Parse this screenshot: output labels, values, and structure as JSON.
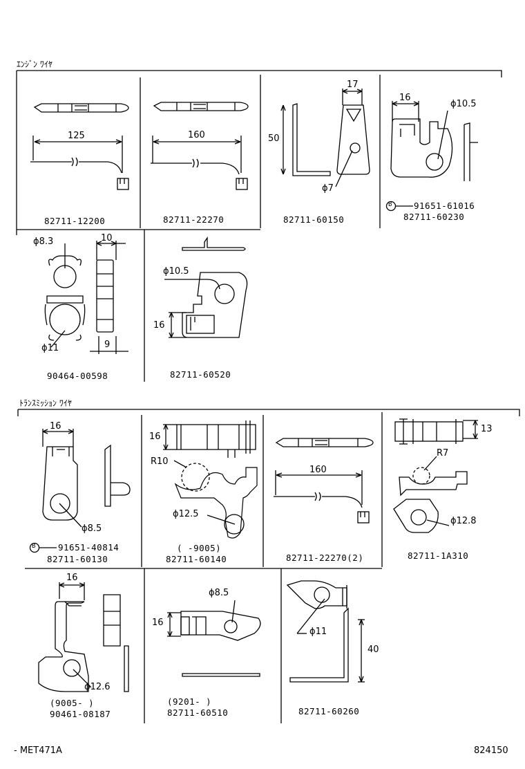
{
  "sections": {
    "engine": "ｴﾝｼﾞﾝ  ﾜｲﾔ",
    "transmission": "ﾄﾗﾝｽﾐｯｼｮﾝ  ﾜｲﾔ"
  },
  "parts": {
    "p1": "82711-12200",
    "p2": "82711-22270",
    "p3": "82711-60150",
    "p4_ref": "91651-61016",
    "p4": "82711-60230",
    "p5": "90464-00598",
    "p6": "82711-60520",
    "p7_ref": "91651-40814",
    "p7": "82711-60130",
    "p8_note": "(      -9005)",
    "p8": "82711-60140",
    "p9": "82711-22270(2)",
    "p10": "82711-1A310",
    "p11_note": "(9005-       )",
    "p11": "90461-08187",
    "p12_note": "(9201-       )",
    "p12": "82711-60510",
    "p13": "82711-60260"
  },
  "ref_marker": "B",
  "dims": {
    "d125": "125",
    "d160a": "160",
    "d17": "17",
    "d50": "50",
    "d7": "ϕ7",
    "d16a": "16",
    "d105a": "ϕ10.5",
    "d83": "ϕ8.3",
    "d10": "10",
    "d11a": "ϕ11",
    "d9": "9",
    "d105b": "ϕ10.5",
    "d16b": "16",
    "d16c": "16",
    "d85a": "ϕ8.5",
    "d16d": "16",
    "r10": "R10",
    "d125b": "ϕ12.5",
    "d160b": "160",
    "d13": "13",
    "r7": "R7",
    "d128": "ϕ12.8",
    "d16e": "16",
    "d126": "ϕ12.6",
    "d85b": "ϕ8.5",
    "d16f": "16",
    "d11b": "ϕ11",
    "d40": "40"
  },
  "footer": {
    "left": "- MET471A",
    "right": "824150"
  }
}
